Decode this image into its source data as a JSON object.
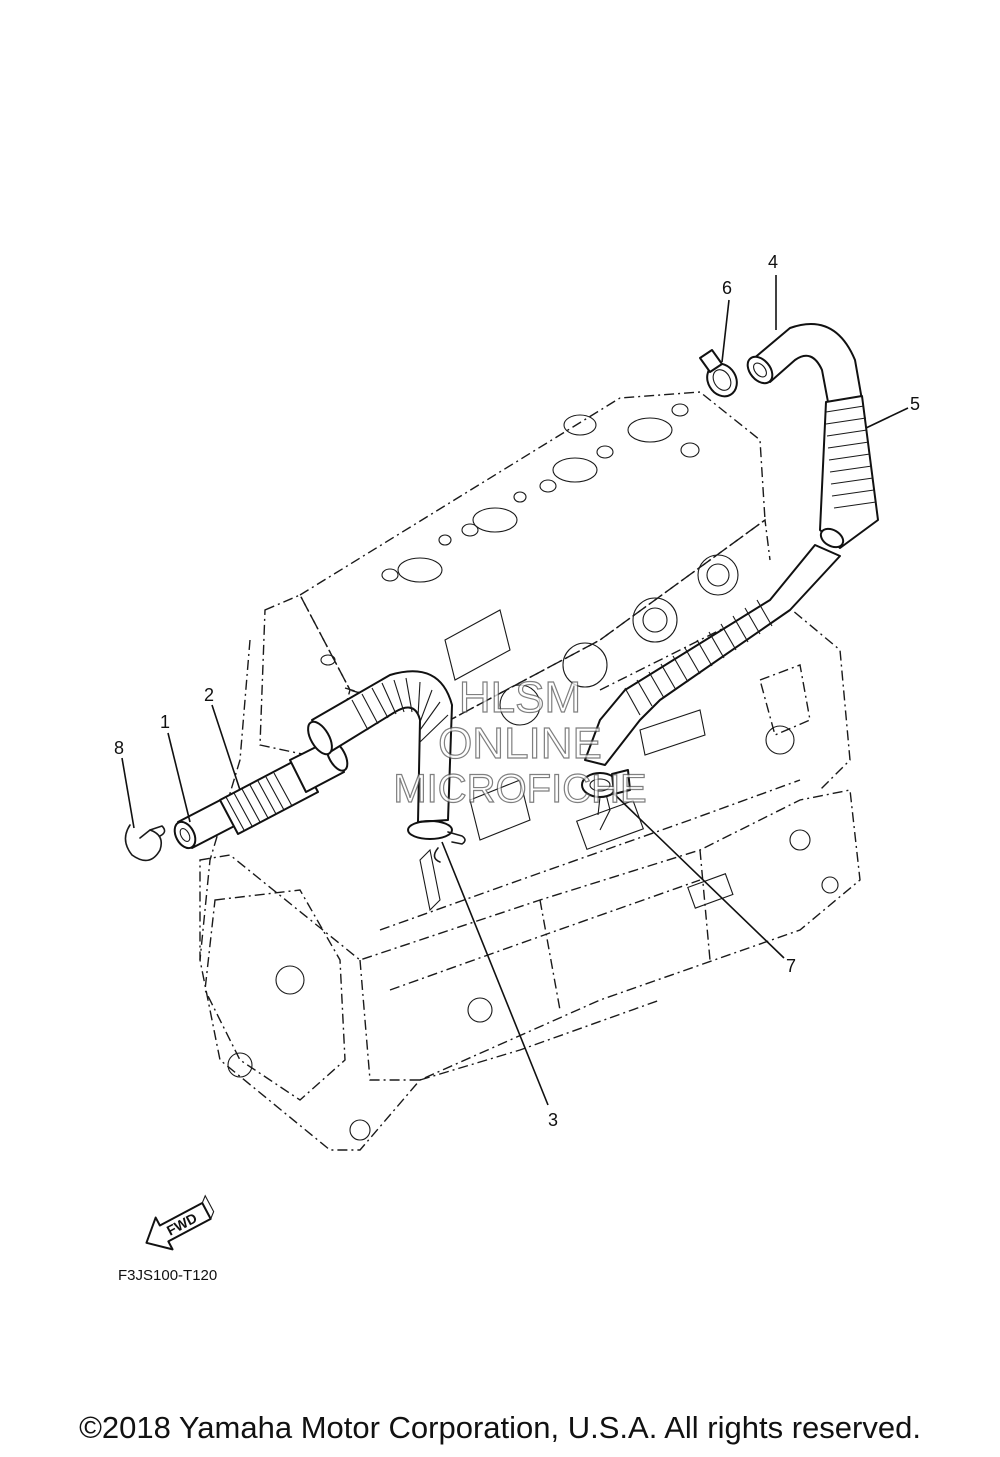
{
  "diagram_code": "F3JS100-T120",
  "copyright": "©2018 Yamaha Motor Corporation, U.S.A. All rights reserved.",
  "fwd_label": "FWD",
  "watermark": [
    "HLSM",
    "ONLINE",
    "MICROFICHE"
  ],
  "callouts": [
    {
      "number": "1",
      "part": "hose-1"
    },
    {
      "number": "2",
      "part": "hose-2"
    },
    {
      "number": "3",
      "part": "clip-3"
    },
    {
      "number": "4",
      "part": "hose-4"
    },
    {
      "number": "5",
      "part": "hose-5"
    },
    {
      "number": "6",
      "part": "clamp-6"
    },
    {
      "number": "7",
      "part": "clamp-7"
    },
    {
      "number": "8",
      "part": "clip-8"
    }
  ]
}
